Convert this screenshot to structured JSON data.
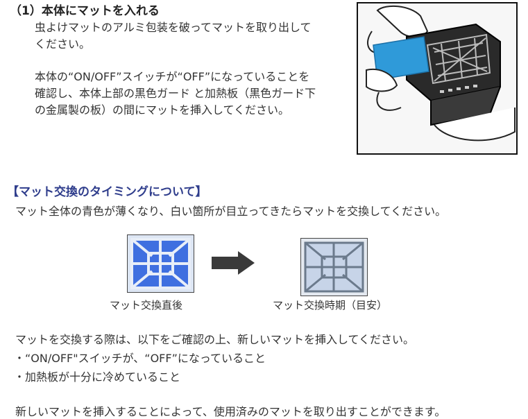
{
  "step": {
    "title": "（1）本体にマットを入れる",
    "para1": [
      "虫よけマットのアルミ包装を破ってマットを取り出して",
      "ください。"
    ],
    "para2": [
      "本体の“ON/OFF”スイッチが“OFF”になっていることを",
      "確認し、本体上部の黒色ガード と加熱板（黒色ガード下",
      "の金属製の板）の間にマットを挿入してください。"
    ]
  },
  "timing": {
    "title": "【マット交換のタイミングについて】",
    "lead": "マット全体の青色が薄くなり、白い箇所が目立ってきたらマットを交換してください。",
    "caption_after": "マット交換直後",
    "caption_time": "マット交換時期（目安）"
  },
  "notes": {
    "intro": "マットを交換する際は、以下をご確認の上、新しいマットを挿入してください。",
    "bullets": [
      "・“ON/OFF\"スイッチが、“OFF”になっていること",
      "・加熱板が十分に冷めていること"
    ],
    "closing": "新しいマットを挿入することによって、使用済みのマットを取り出すことができます。"
  },
  "colors": {
    "accent": "#2f3d8c",
    "mat_fresh": "#3f6fe0",
    "mat_used": "#c7d4e8"
  }
}
